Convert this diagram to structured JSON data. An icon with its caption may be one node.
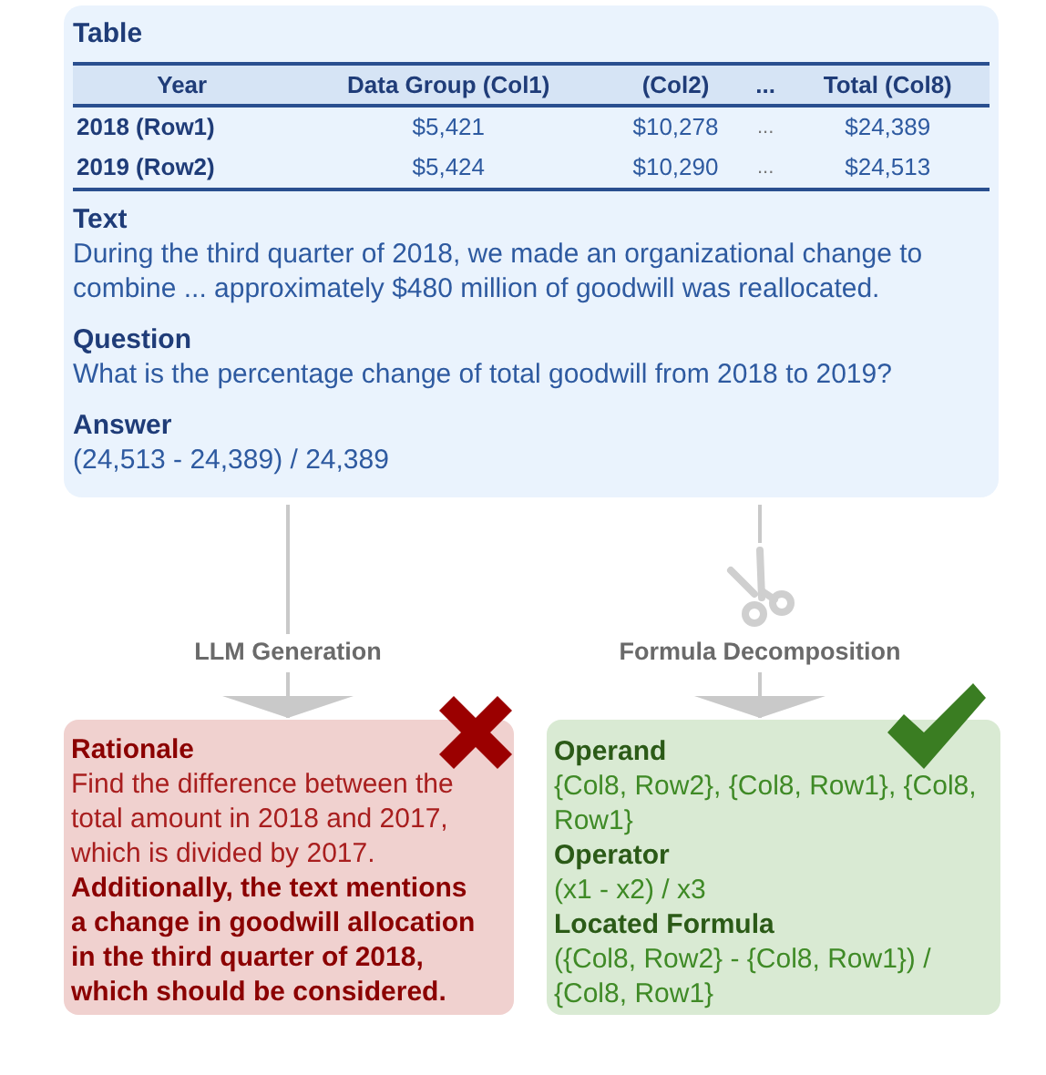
{
  "diagram": {
    "nodes": [
      {
        "text": [
          "Table",
          "Text",
          "During the third quarter of 2018, we made an organizational change to combine ... approximately $480 million of goodwill was reallocated.",
          "Question",
          "What is the percentage change of total goodwill from 2018 to 2019?",
          "Answer",
          "(24,513 - 24,389) / 24,389"
        ]
      },
      {
        "text": [
          "LLM Generation"
        ]
      },
      {
        "text": [
          "Formula Decomposition"
        ]
      },
      {
        "text": [
          "Rationale",
          "Find the difference between the total amount in 2018 and 2017, which is divided by 2017.",
          "**Additionally, the text mentions a change in goodwill allocation in the third quarter of 2018, which should be considered**."
        ]
      },
      {
        "text": [
          "Operand",
          "{Col8, Row2}, {Col8, Row1}, {Col8, Row1}",
          "Operator",
          "(x1 - x2) / x3",
          "Located Formula",
          "({Col8, Row2} - {Col8, Row1}) / {Col8, Row1}"
        ]
      }
    ],
    "edges": [
      {
        "from": 0,
        "to": 1,
        "arrow": "none"
      },
      {
        "from": 1,
        "to": 3,
        "arrow": "to"
      },
      {
        "from": 0,
        "to": 2,
        "arrow": "none"
      },
      {
        "from": 2,
        "to": 4,
        "arrow": "to"
      }
    ],
    "labels": [
      "Year",
      "Data Group (Col1)",
      "(Col2)",
      "...",
      "Total (Col8)",
      "2018 (Row1)",
      "$5,421",
      "$10,278",
      "...",
      "$24,389",
      "2019 (Row2)",
      "$5,424",
      "$10,290",
      "...",
      "$24,513"
    ]
  }
}
